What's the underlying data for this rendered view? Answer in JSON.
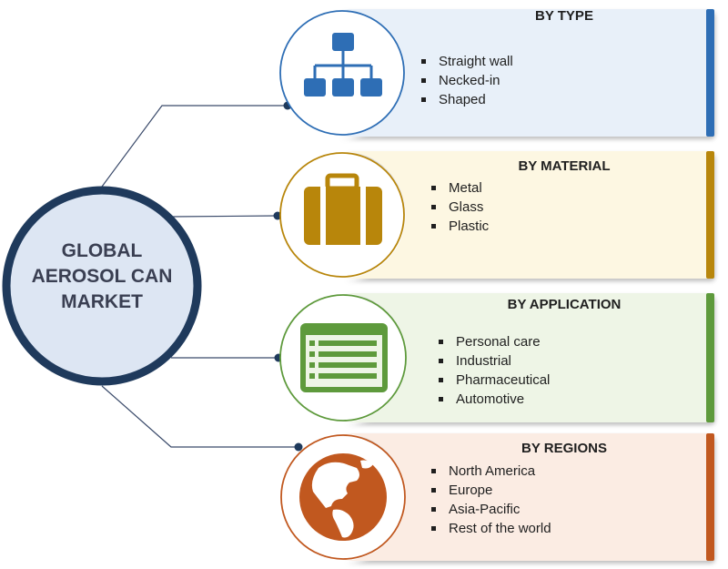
{
  "center": {
    "title_lines": [
      "GLOBAL",
      "AEROSOL CAN",
      "MARKET"
    ],
    "ring_color": "#1f3a5c"
  },
  "segments": [
    {
      "title": "BY TYPE",
      "icon": "hierarchy-icon",
      "color": "#2e6eb5",
      "fill": "#e8f0f9",
      "items": [
        "Straight wall",
        "Necked-in",
        "Shaped"
      ]
    },
    {
      "title": "BY MATERIAL",
      "icon": "briefcase-icon",
      "color": "#b8860b",
      "fill": "#fdf7e2",
      "items": [
        "Metal",
        "Glass",
        "Plastic"
      ]
    },
    {
      "title": "BY APPLICATION",
      "icon": "list-icon",
      "color": "#5e9a3c",
      "fill": "#eef5e6",
      "items": [
        "Personal care",
        "Industrial",
        "Pharmaceutical",
        "Automotive"
      ]
    },
    {
      "title": "BY REGIONS",
      "icon": "globe-icon",
      "color": "#c1581f",
      "fill": "#fbece3",
      "items": [
        "North America",
        "Europe",
        "Asia-Pacific",
        "Rest of the world"
      ]
    }
  ]
}
